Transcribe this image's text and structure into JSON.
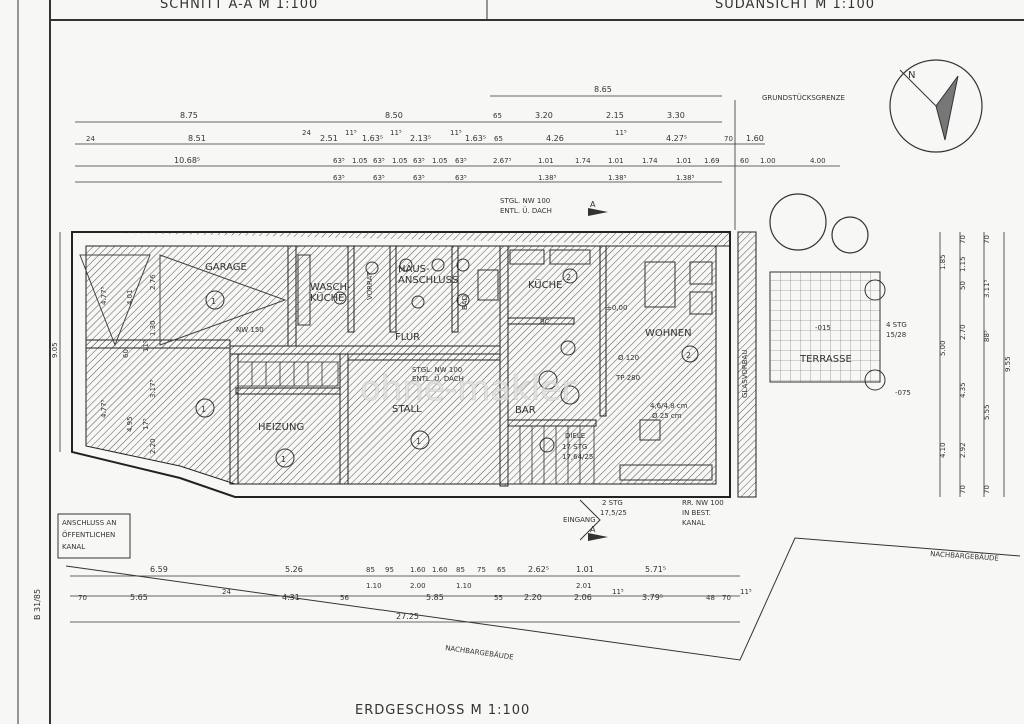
{
  "header": {
    "section_title": "SCHNITT A-A   M 1:100",
    "elevation_title": "SÜDANSICHT   M 1:100"
  },
  "sheet": {
    "vertical_code": "B 31/85",
    "plan_title": "ERDGESCHOSS  M 1:100",
    "property_line_label": "GRUNDSTÜCKSGRENZE",
    "neighbor_label_right": "NACHBARGEBÄUDE",
    "neighbor_label_bottom": "NACHBARGEBÄUDE",
    "watermark": "ohne-makler"
  },
  "rooms": {
    "garage": "GARAGE",
    "waschkueche": "WASCH-\nKÜCHE",
    "vorrat": "VORRAT",
    "hausanschluss": "HAUS-\nANSCHLUSS",
    "bad": "BAD",
    "kueche": "KÜCHE",
    "flur": "FLUR",
    "heizung": "HEIZUNG",
    "stall": "STALL",
    "bar": "BAR",
    "diele": "DIELE",
    "wohnen": "WOHNEN",
    "glasvorbau": "GLASVORBAU",
    "terrasse": "TERRASSE"
  },
  "annotations": {
    "stgl_top": "STGL. NW 100",
    "entl_top": "ENTL. Ü. DACH",
    "stgl_mid": "STGL. NW 100",
    "entl_mid": "ENTL. Ü. DACH",
    "nw150": "NW 150",
    "anschluss_1": "ANSCHLUSS AN",
    "anschluss_2": "ÖFFENTLICHEN",
    "anschluss_3": "KANAL",
    "eingang": "EINGANG",
    "stg2": "2 STG",
    "stg2_dim": "17,5/25",
    "rr1": "RR. NW 100",
    "rr2": "IN BEST.",
    "rr3": "KANAL",
    "stg17": "17 STG",
    "stg17_dim": "17,64/25",
    "stg4": "4 STG",
    "stg4_dim": "15/28",
    "level_000": "±0,00",
    "level_015": "-015",
    "level_075": "-075",
    "fireplace": "4,6/4,8 cm",
    "phi25": "Ø 25 cm",
    "phi120": "Ø 120",
    "tp280": "TP 280",
    "bc": "BC"
  },
  "dims_top": {
    "row1": [
      "8.75",
      "8.50",
      "65",
      "3.20",
      "2.15",
      "3.30",
      "8.65"
    ],
    "row2": [
      "24",
      "8.51",
      "24",
      "2.51",
      "11⁵",
      "1.63⁵",
      "11⁵",
      "2.13⁵",
      "11⁵",
      "1.63⁵",
      "65",
      "4.26",
      "11⁵",
      "4.27⁵",
      "70",
      "1.60"
    ],
    "row3": [
      "10.68⁵",
      "63⁵",
      "1.05",
      "63⁵",
      "1.05",
      "63⁵",
      "1.05",
      "63⁵",
      "2.67⁵",
      "1.01",
      "1.74",
      "1.01",
      "1.74",
      "1.01",
      "1.69",
      "60",
      "1.00",
      "4.00"
    ],
    "row4": [
      "63⁵",
      "63⁵",
      "63⁵",
      "63⁵",
      "1.38⁵",
      "1.38⁵",
      "1.38⁵"
    ]
  },
  "dims_bottom": {
    "row1": [
      "6.59",
      "5.26",
      "85",
      "95",
      "1.60",
      "1.60",
      "85",
      "75",
      "65",
      "2.62⁵",
      "1.01",
      "5.71⁵"
    ],
    "row2": [
      "1.10",
      "2.00",
      "1.10",
      "2.01"
    ],
    "row3": [
      "70",
      "5.65",
      "24",
      "4.31",
      "56",
      "5.85",
      "55",
      "2.20",
      "2.06",
      "11⁵",
      "3.79⁵",
      "48",
      "70",
      "11⁵"
    ],
    "total": "27.25"
  },
  "dims_right": {
    "col1": [
      "1.85",
      "5.00",
      "4.10"
    ],
    "col2": [
      "70",
      "1.15",
      "50",
      "2.70",
      "4.35",
      "2.92",
      "70"
    ],
    "col3": [
      "70",
      "3.11⁵",
      "88⁵",
      "5.55",
      "70"
    ],
    "total": "9.55"
  },
  "dims_left": {
    "outer": "9.05",
    "a": "4.77⁵",
    "b": "4.01",
    "c": "2.76",
    "d": "1.30",
    "e": "4.77⁵",
    "f": "4.95",
    "g": "3.17⁵",
    "h": "2.20",
    "i": "60",
    "j": "11⁵",
    "k": "17⁵"
  },
  "markers": {
    "section_a": "A",
    "room_no_1": "1",
    "room_no_2": "2"
  },
  "colors": {
    "paper": "#f7f7f5",
    "ink": "#2a2a2a",
    "hatch": "#555555"
  }
}
